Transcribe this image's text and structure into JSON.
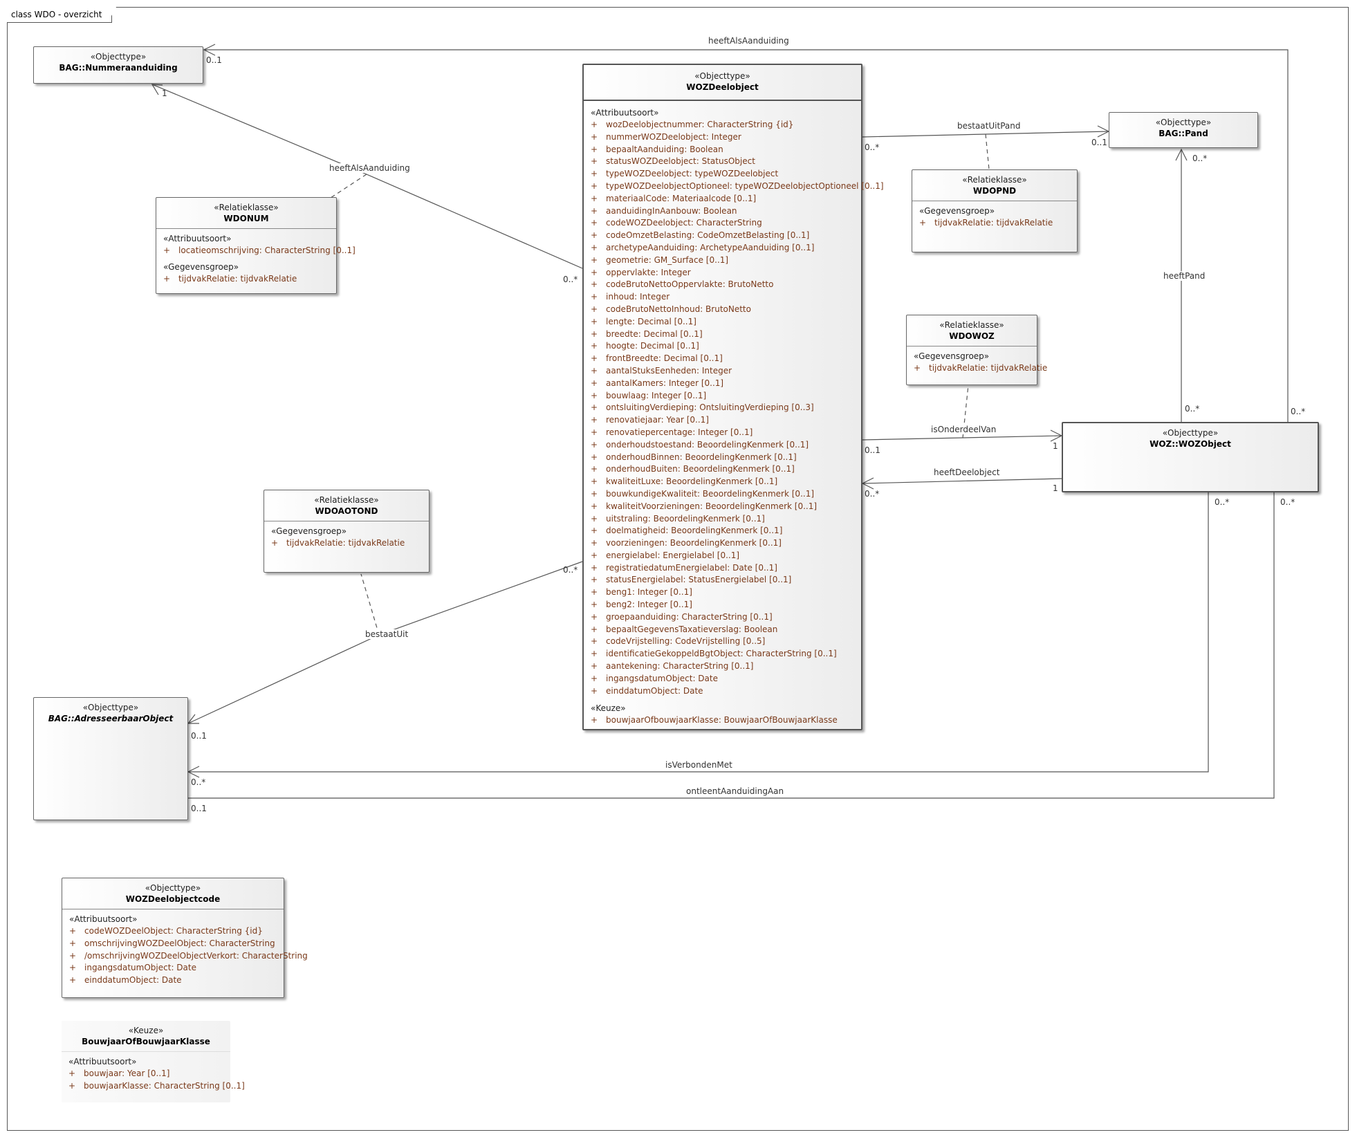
{
  "diagram": {
    "title": "class WDO - overzicht",
    "classes": {
      "nummeraanduiding": {
        "stereotype": "«Objecttype»",
        "name": "BAG::Nummeraanduiding"
      },
      "pand": {
        "stereotype": "«Objecttype»",
        "name": "BAG::Pand"
      },
      "adresseerbaar": {
        "stereotype": "«Objecttype»",
        "name": "BAG::AdresseerbaarObject"
      },
      "wozobject": {
        "stereotype": "«Objecttype»",
        "name": "WOZ::WOZObject"
      },
      "wdonum": {
        "stereotype": "«Relatieklasse»",
        "name": "WDONUM",
        "sections": [
          {
            "title": "«Attribuutsoort»",
            "attrs": [
              {
                "vis": "+",
                "text": "locatieomschrijving: CharacterString [0..1]"
              }
            ]
          },
          {
            "title": "«Gegevensgroep»",
            "attrs": [
              {
                "vis": "+",
                "text": "tijdvakRelatie: tijdvakRelatie"
              }
            ]
          }
        ]
      },
      "wdopnd": {
        "stereotype": "«Relatieklasse»",
        "name": "WDOPND",
        "sections": [
          {
            "title": "«Gegevensgroep»",
            "attrs": [
              {
                "vis": "+",
                "text": "tijdvakRelatie: tijdvakRelatie"
              }
            ]
          }
        ]
      },
      "wdowoz": {
        "stereotype": "«Relatieklasse»",
        "name": "WDOWOZ",
        "sections": [
          {
            "title": "«Gegevensgroep»",
            "attrs": [
              {
                "vis": "+",
                "text": "tijdvakRelatie: tijdvakRelatie"
              }
            ]
          }
        ]
      },
      "wdoaotond": {
        "stereotype": "«Relatieklasse»",
        "name": "WDOAOTOND",
        "sections": [
          {
            "title": "«Gegevensgroep»",
            "attrs": [
              {
                "vis": "+",
                "text": "tijdvakRelatie: tijdvakRelatie"
              }
            ]
          }
        ]
      },
      "wozdeelobject": {
        "stereotype": "«Objecttype»",
        "name": "WOZDeelobject",
        "sections": [
          {
            "title": "«Attribuutsoort»",
            "attrs": [
              {
                "vis": "+",
                "text": "wozDeelobjectnummer: CharacterString {id}"
              },
              {
                "vis": "+",
                "text": "nummerWOZDeelobject: Integer"
              },
              {
                "vis": "+",
                "text": "bepaaltAanduiding: Boolean"
              },
              {
                "vis": "+",
                "text": "statusWOZDeelobject: StatusObject"
              },
              {
                "vis": "+",
                "text": "typeWOZDeelobject: typeWOZDeelobject"
              },
              {
                "vis": "+",
                "text": "typeWOZDeelobjectOptioneel: typeWOZDeelobjectOptioneel [0..1]"
              },
              {
                "vis": "+",
                "text": "materiaalCode: Materiaalcode [0..1]"
              },
              {
                "vis": "+",
                "text": "aanduidingInAanbouw: Boolean"
              },
              {
                "vis": "+",
                "text": "codeWOZDeelobject: CharacterString"
              },
              {
                "vis": "+",
                "text": "codeOmzetBelasting: CodeOmzetBelasting [0..1]"
              },
              {
                "vis": "+",
                "text": "archetypeAanduiding: ArchetypeAanduiding [0..1]"
              },
              {
                "vis": "+",
                "text": "geometrie: GM_Surface [0..1]"
              },
              {
                "vis": "+",
                "text": "oppervlakte: Integer"
              },
              {
                "vis": "+",
                "text": "codeBrutoNettoOppervlakte: BrutoNetto"
              },
              {
                "vis": "+",
                "text": "inhoud: Integer"
              },
              {
                "vis": "+",
                "text": "codeBrutoNettoInhoud: BrutoNetto"
              },
              {
                "vis": "+",
                "text": "lengte: Decimal [0..1]"
              },
              {
                "vis": "+",
                "text": "breedte: Decimal [0..1]"
              },
              {
                "vis": "+",
                "text": "hoogte: Decimal [0..1]"
              },
              {
                "vis": "+",
                "text": "frontBreedte: Decimal [0..1]"
              },
              {
                "vis": "+",
                "text": "aantalStuksEenheden: Integer"
              },
              {
                "vis": "+",
                "text": "aantalKamers: Integer [0..1]"
              },
              {
                "vis": "+",
                "text": "bouwlaag: Integer [0..1]"
              },
              {
                "vis": "+",
                "text": "ontsluitingVerdieping: OntsluitingVerdieping [0..3]"
              },
              {
                "vis": "+",
                "text": "renovatiejaar: Year [0..1]"
              },
              {
                "vis": "+",
                "text": "renovatiepercentage: Integer [0..1]"
              },
              {
                "vis": "+",
                "text": "onderhoudstoestand: BeoordelingKenmerk [0..1]"
              },
              {
                "vis": "+",
                "text": "onderhoudBinnen: BeoordelingKenmerk [0..1]"
              },
              {
                "vis": "+",
                "text": "onderhoudBuiten: BeoordelingKenmerk [0..1]"
              },
              {
                "vis": "+",
                "text": "kwaliteitLuxe: BeoordelingKenmerk [0..1]"
              },
              {
                "vis": "+",
                "text": "bouwkundigeKwaliteit: BeoordelingKenmerk [0..1]"
              },
              {
                "vis": "+",
                "text": "kwaliteitVoorzieningen: BeoordelingKenmerk [0..1]"
              },
              {
                "vis": "+",
                "text": "uitstraling: BeoordelingKenmerk [0..1]"
              },
              {
                "vis": "+",
                "text": "doelmatigheid: BeoordelingKenmerk [0..1]"
              },
              {
                "vis": "+",
                "text": "voorzieningen: BeoordelingKenmerk [0..1]"
              },
              {
                "vis": "+",
                "text": "energielabel: Energielabel [0..1]"
              },
              {
                "vis": "+",
                "text": "registratiedatumEnergielabel: Date [0..1]"
              },
              {
                "vis": "+",
                "text": "statusEnergielabel: StatusEnergielabel [0..1]"
              },
              {
                "vis": "+",
                "text": "beng1: Integer [0..1]"
              },
              {
                "vis": "+",
                "text": "beng2: Integer [0..1]"
              },
              {
                "vis": "+",
                "text": "groepaanduiding: CharacterString [0..1]"
              },
              {
                "vis": "+",
                "text": "bepaaltGegevensTaxatieverslag: Boolean"
              },
              {
                "vis": "+",
                "text": "codeVrijstelling: CodeVrijstelling [0..5]"
              },
              {
                "vis": "+",
                "text": "identificatieGekoppeldBgtObject: CharacterString [0..1]"
              },
              {
                "vis": "+",
                "text": "aantekening: CharacterString [0..1]"
              },
              {
                "vis": "+",
                "text": "ingangsdatumObject: Date"
              },
              {
                "vis": "+",
                "text": "einddatumObject: Date"
              }
            ]
          },
          {
            "title": "«Keuze»",
            "attrs": [
              {
                "vis": "+",
                "text": "bouwjaarOfbouwjaarKlasse: BouwjaarOfBouwjaarKlasse"
              }
            ]
          }
        ]
      },
      "wozdeelobjectcode": {
        "stereotype": "«Objecttype»",
        "name": "WOZDeelobjectcode",
        "sections": [
          {
            "title": "«Attribuutsoort»",
            "attrs": [
              {
                "vis": "+",
                "text": "codeWOZDeelObject: CharacterString {id}"
              },
              {
                "vis": "+",
                "text": "omschrijvingWOZDeelObject: CharacterString"
              },
              {
                "vis": "+",
                "text": "/omschrijvingWOZDeelObjectVerkort: CharacterString"
              },
              {
                "vis": "+",
                "text": "ingangsdatumObject: Date"
              },
              {
                "vis": "+",
                "text": "einddatumObject: Date"
              }
            ]
          }
        ]
      },
      "bouwjaarklasse": {
        "stereotype": "«Keuze»",
        "name": "BouwjaarOfBouwjaarKlasse",
        "sections": [
          {
            "title": "«Attribuutsoort»",
            "attrs": [
              {
                "vis": "+",
                "text": "bouwjaar: Year [0..1]"
              },
              {
                "vis": "+",
                "text": "bouwjaarKlasse: CharacterString [0..1]"
              }
            ]
          }
        ]
      }
    },
    "associations": {
      "heeftAlsAanduiding_top": "heeftAlsAanduiding",
      "heeftAlsAanduiding_left": "heeftAlsAanduiding",
      "bestaatUitPand": "bestaatUitPand",
      "heeftPand": "heeftPand",
      "isOnderdeelVan": "isOnderdeelVan",
      "heeftDeelobject": "heeftDeelobject",
      "bestaatUit": "bestaatUit",
      "isVerbondenMet": "isVerbondenMet",
      "ontleentAanduidingAan": "ontleentAanduidingAan"
    },
    "multiplicities": {
      "num_top_target": "0..1",
      "num_left_target": "1",
      "wdo_left_source": "0..*",
      "wdo_pand_source": "0..*",
      "pand_target": "0..1",
      "pand_bottom": "0..*",
      "woz_pand_source": "0..*",
      "woz_top_right": "0..*",
      "wdo_ondvan_source": "0..1",
      "woz_ondvan_target": "1",
      "wdo_heeftdeel": "0..*",
      "woz_heeftdeel": "1",
      "wdo_bestaatuit": "0..*",
      "ao_bestaatuit": "0..1",
      "woz_verbonden": "0..*",
      "woz_ontleent": "0..*",
      "ao_verbonden": "0..*",
      "ao_ontleent": "0..1"
    }
  }
}
